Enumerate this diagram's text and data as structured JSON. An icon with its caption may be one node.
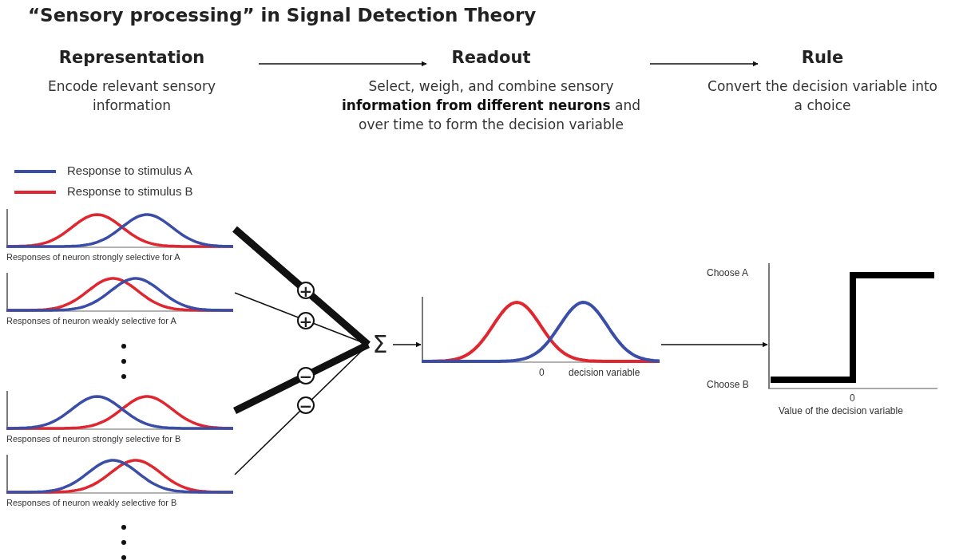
{
  "diagram": {
    "title": "“Sensory processing” in Signal Detection Theory",
    "nodes": [
      {
        "text": [
          "Representation",
          "Encode relevant sensory information"
        ]
      },
      {
        "text": [
          "Readout",
          "Select, weigh, and combine sensory **information from different neurons** and over time to form the decision variable"
        ]
      },
      {
        "text": [
          "Rule",
          "Convert the decision variable into a choice"
        ]
      },
      {
        "text": [],
        "shape": "picture",
        "beside": [
          "Responses of neuron strongly selective for A"
        ]
      },
      {
        "text": [],
        "shape": "picture",
        "beside": [
          "Responses of neuron weakly selective for A"
        ]
      },
      {
        "text": [],
        "shape": "picture",
        "beside": [
          "Responses of neuron strongly selective for B"
        ]
      },
      {
        "text": [],
        "shape": "picture",
        "beside": [
          "Responses of neuron weakly selective for B"
        ]
      },
      {
        "text": [
          "Σ"
        ]
      },
      {
        "text": [],
        "shape": "picture"
      },
      {
        "text": [],
        "shape": "picture"
      }
    ],
    "edges": [
      {
        "from": 0,
        "to": 1,
        "arrow": "to"
      },
      {
        "from": 1,
        "to": 2,
        "arrow": "to"
      },
      {
        "from": 3,
        "to": 7,
        "arrow": "none",
        "label": "+",
        "style": "thick"
      },
      {
        "from": 4,
        "to": 7,
        "arrow": "none",
        "label": "+"
      },
      {
        "from": 5,
        "to": 7,
        "arrow": "none",
        "label": "−",
        "style": "thick"
      },
      {
        "from": 6,
        "to": 7,
        "arrow": "none",
        "label": "−"
      },
      {
        "from": 7,
        "to": 8,
        "arrow": "to"
      },
      {
        "from": 8,
        "to": 9,
        "arrow": "to"
      }
    ],
    "labels": [
      "0",
      "decision variable",
      "Choose A",
      "Choose B",
      "0",
      "Value of the decision variable"
    ],
    "legend": [
      {
        "text": "Response to stimulus A",
        "color": "#3a4ea8"
      },
      {
        "text": "Response to stimulus B",
        "color": "#e0262e"
      }
    ]
  }
}
